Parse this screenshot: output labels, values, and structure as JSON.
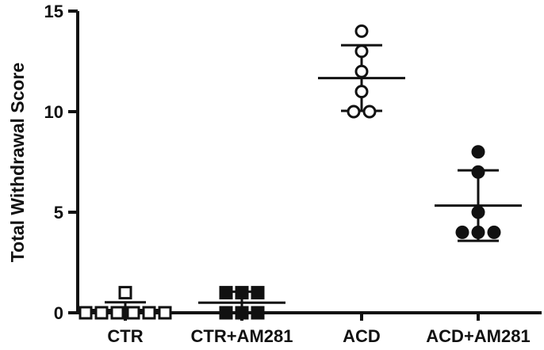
{
  "chart_data": {
    "type": "scatter",
    "title": "",
    "xlabel": "",
    "ylabel": "Total Withdrawal Score",
    "ylim": [
      0,
      15
    ],
    "yticks": [
      0,
      5,
      10,
      15
    ],
    "categories": [
      "CTR",
      "CTR+AM281",
      "ACD",
      "ACD+AM281"
    ],
    "grid": false,
    "series": [
      {
        "category": "CTR",
        "marker": "open-square",
        "values": [
          0,
          0,
          0,
          0,
          1,
          0,
          0
        ],
        "mean": 0.14,
        "sd": 0.38
      },
      {
        "category": "CTR+AM281",
        "marker": "filled-square",
        "values": [
          0,
          0,
          0,
          1,
          1,
          1
        ],
        "mean": 0.5,
        "sd": 0.55
      },
      {
        "category": "ACD",
        "marker": "open-circle",
        "values": [
          14,
          13,
          12,
          11,
          10,
          10
        ],
        "mean": 11.67,
        "sd": 1.63
      },
      {
        "category": "ACD+AM281",
        "marker": "filled-circle",
        "values": [
          8,
          7,
          5,
          4,
          4,
          4
        ],
        "mean": 5.33,
        "sd": 1.75
      }
    ]
  }
}
